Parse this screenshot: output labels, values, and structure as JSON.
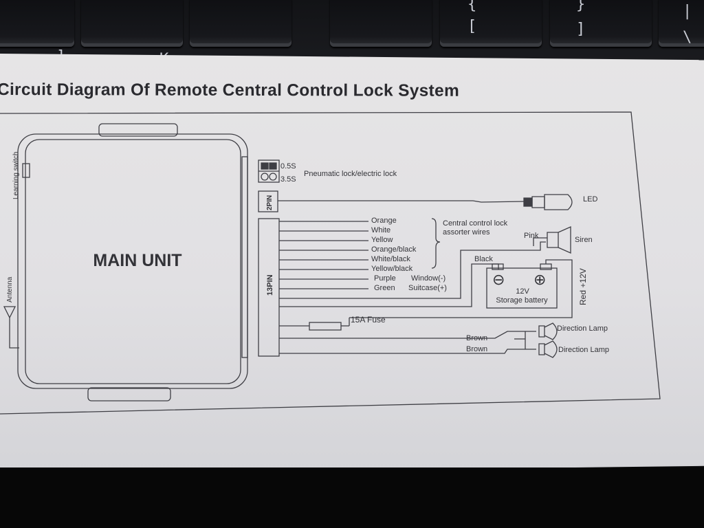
{
  "title": "Circuit Diagram Of Remote Central Control Lock System",
  "keyboard_keys": {
    "k1": "]",
    "k2": "K",
    "k3": "{",
    "k4": "[",
    "k5": "}",
    "k6": "]",
    "k7": "|",
    "k8": "\\"
  },
  "main_unit": "MAIN UNIT",
  "learning_switch": "Learning switch",
  "antenna": "Antenna",
  "jumper": {
    "opt1": "0.5S",
    "opt2": "3.5S",
    "label": "Pneumatic lock/electric lock"
  },
  "connector_2pin": "2PIN",
  "connector_13pin": "13PIN",
  "led": "LED",
  "wires": [
    "Orange",
    "White",
    "Yellow",
    "Orange/black",
    "White/black",
    "Yellow/black",
    "Purple",
    "Green"
  ],
  "central_lock_note": {
    "line1": "Central control lock",
    "line2": "assorter wires"
  },
  "window": "Window(-)",
  "suitcase": "Suitcase(+)",
  "pink": "Pink",
  "siren": "Siren",
  "black": "Black",
  "battery": {
    "voltage": "12V",
    "label": "Storage battery",
    "minus": "⊖",
    "plus": "⊕"
  },
  "red_plus": "Red +12V",
  "fuse": "15A Fuse",
  "brown": "Brown",
  "direction_lamp": "Direction Lamp"
}
